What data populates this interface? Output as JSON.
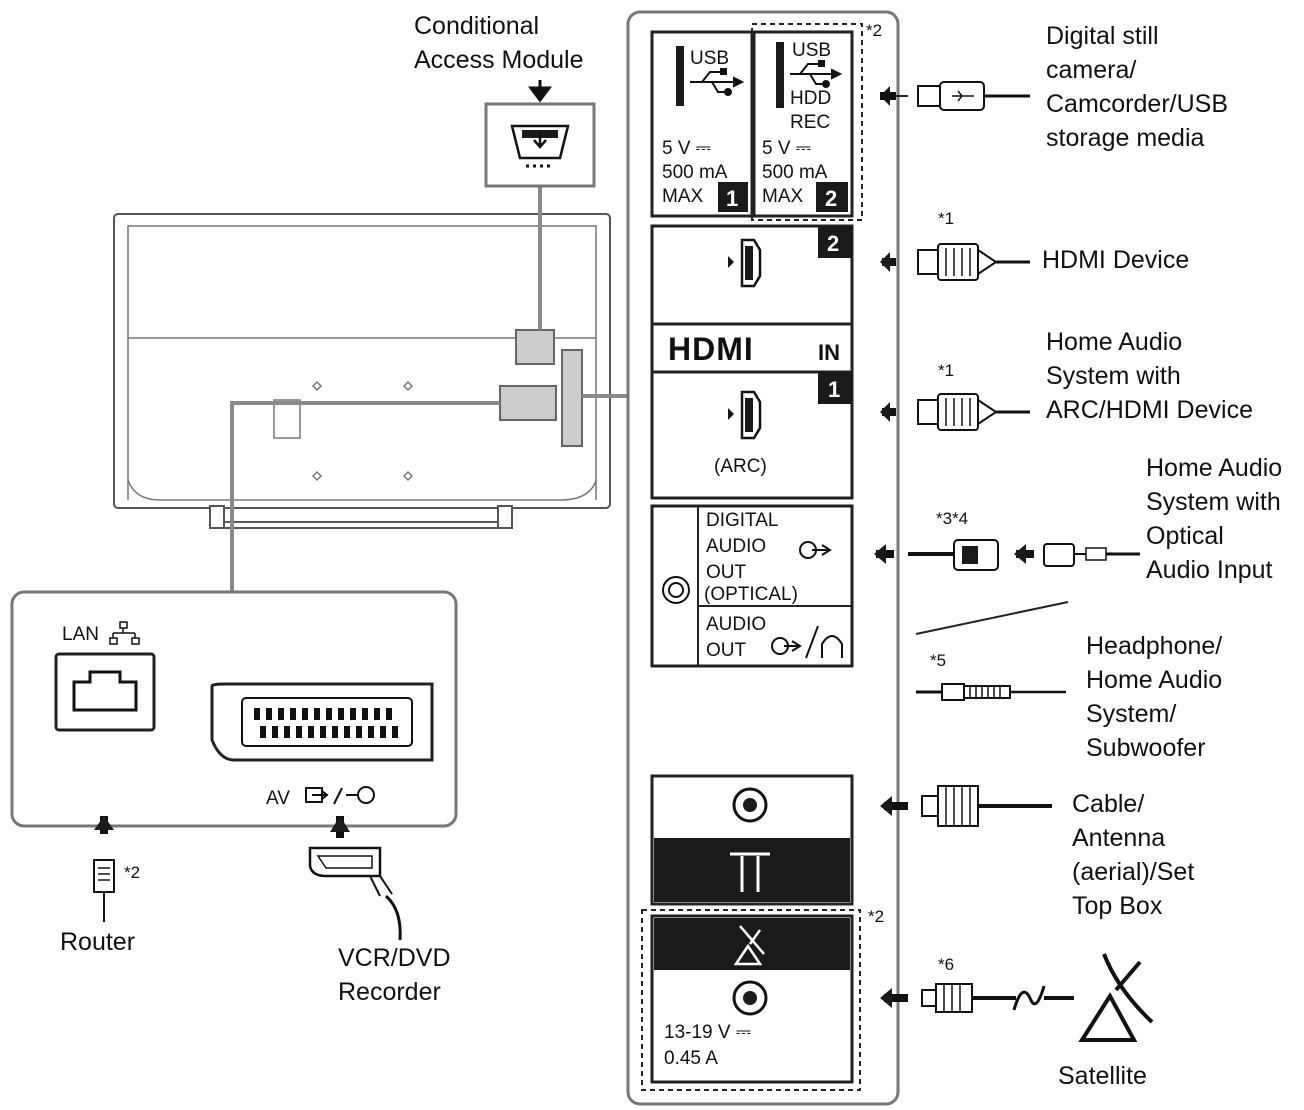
{
  "labels": {
    "cam_module": [
      "Conditional",
      "Access Module"
    ],
    "usb_media": [
      "Digital still",
      "camera/",
      "Camcorder/USB",
      "storage media"
    ],
    "hdmi_device": [
      "HDMI Device"
    ],
    "arc_device": [
      "Home Audio",
      "System with",
      "ARC/HDMI Device"
    ],
    "optical_device": [
      "Home Audio",
      "System with",
      "Optical",
      "Audio Input"
    ],
    "headphone_device": [
      "Headphone/",
      "Home Audio",
      "System/",
      "Subwoofer"
    ],
    "cable_device": [
      "Cable/",
      "Antenna",
      "(aerial)/Set",
      "Top Box"
    ],
    "satellite_device": [
      "Satellite"
    ],
    "router_device": [
      "Router"
    ],
    "vcr_device": [
      "VCR/DVD",
      "Recorder"
    ]
  },
  "notes": {
    "n1a": "*1",
    "n1b": "*1",
    "n2_usb": "*2",
    "n2_router": "*2",
    "n2_sat": "*2",
    "n34": "*3*4",
    "n5": "*5",
    "n6": "*6"
  },
  "ports": {
    "usb1": {
      "label": "USB",
      "rating": [
        "5 V ⎓",
        "500 mA",
        "MAX"
      ],
      "num": "1"
    },
    "usb2": {
      "label": [
        "USB",
        "HDD",
        "REC"
      ],
      "rating": [
        "5 V ⎓",
        "500 mA",
        "MAX"
      ],
      "num": "2"
    },
    "hdmi2_num": "2",
    "hdmi1_num": "1",
    "hdmi_logo": "HDMI",
    "hdmi_in": "IN",
    "arc": "(ARC)",
    "optical": [
      "DIGITAL",
      "AUDIO",
      "OUT",
      "(OPTICAL)"
    ],
    "audio_out": [
      "AUDIO",
      "OUT"
    ],
    "sat_rating": [
      "13-19 V ⎓",
      "0.45 A"
    ],
    "lan": "LAN",
    "av": "AV"
  }
}
